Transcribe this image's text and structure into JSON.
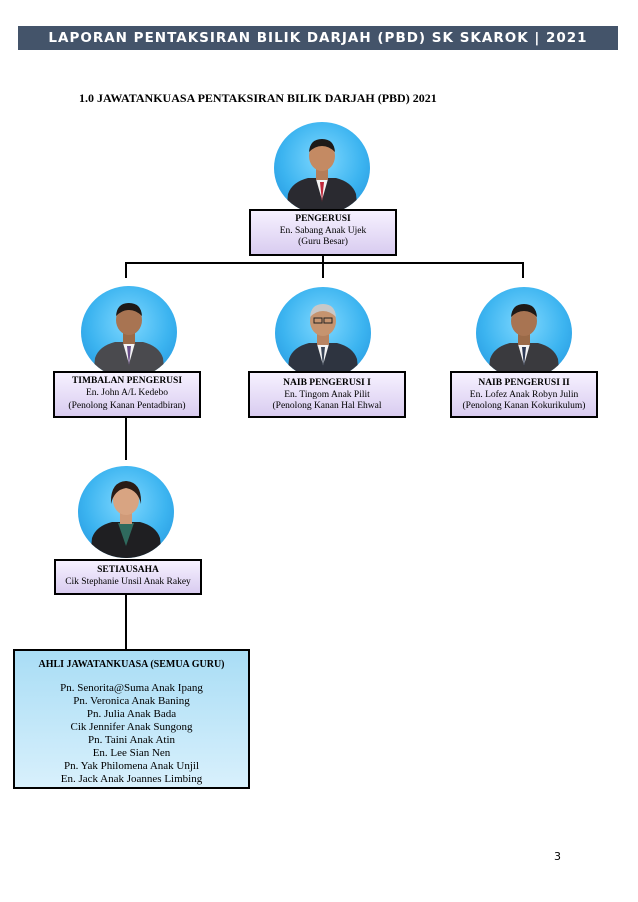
{
  "header": {
    "title": "LAPORAN PENTAKSIRAN BILIK DARJAH (PBD) SK SKAROK | 2021"
  },
  "section": {
    "title": "1.0 JAWATANKUASA  PENTAKSIRAN BILIK DARJAH (PBD) 2021"
  },
  "chart": {
    "pengerusi": {
      "role": "PENGERUSI",
      "name": "En. Sabang Anak Ujek",
      "post": "(Guru Besar)"
    },
    "timbalan": {
      "role": "TIMBALAN PENGERUSI",
      "name": "En. John A/L Kedebo",
      "post": "(Penolong Kanan Pentadbiran)"
    },
    "naib1": {
      "role": "NAIB PENGERUSI I",
      "name": "En. Tingom Anak Pilit",
      "post": "(Penolong Kanan Hal Ehwal"
    },
    "naib2": {
      "role": "NAIB PENGERUSI II",
      "name": "En. Lofez Anak Robyn Julin",
      "post": "(Penolong Kanan Kokurikulum)"
    },
    "setiausaha": {
      "role": "SETIAUSAHA",
      "name": "Cik Stephanie Unsil Anak Rakey"
    }
  },
  "members": {
    "title": "AHLI JAWATANKUASA (SEMUA GURU)",
    "names": [
      "Pn. Senorita@Suma Anak Ipang",
      "Pn. Veronica Anak Baning",
      "Pn. Julia Anak Bada",
      "Cik Jennifer Anak Sungong",
      "Pn. Taini Anak Atin",
      "En. Lee Sian Nen",
      "Pn. Yak Philomena Anak Unjil",
      "En. Jack Anak Joannes Limbing"
    ]
  },
  "page": {
    "number": "3"
  },
  "colors": {
    "header_bg": "#44546a",
    "title_box": "#d9ccf0",
    "members_box": "#a9ddf5",
    "photo_bg": "#3cb4f0"
  }
}
